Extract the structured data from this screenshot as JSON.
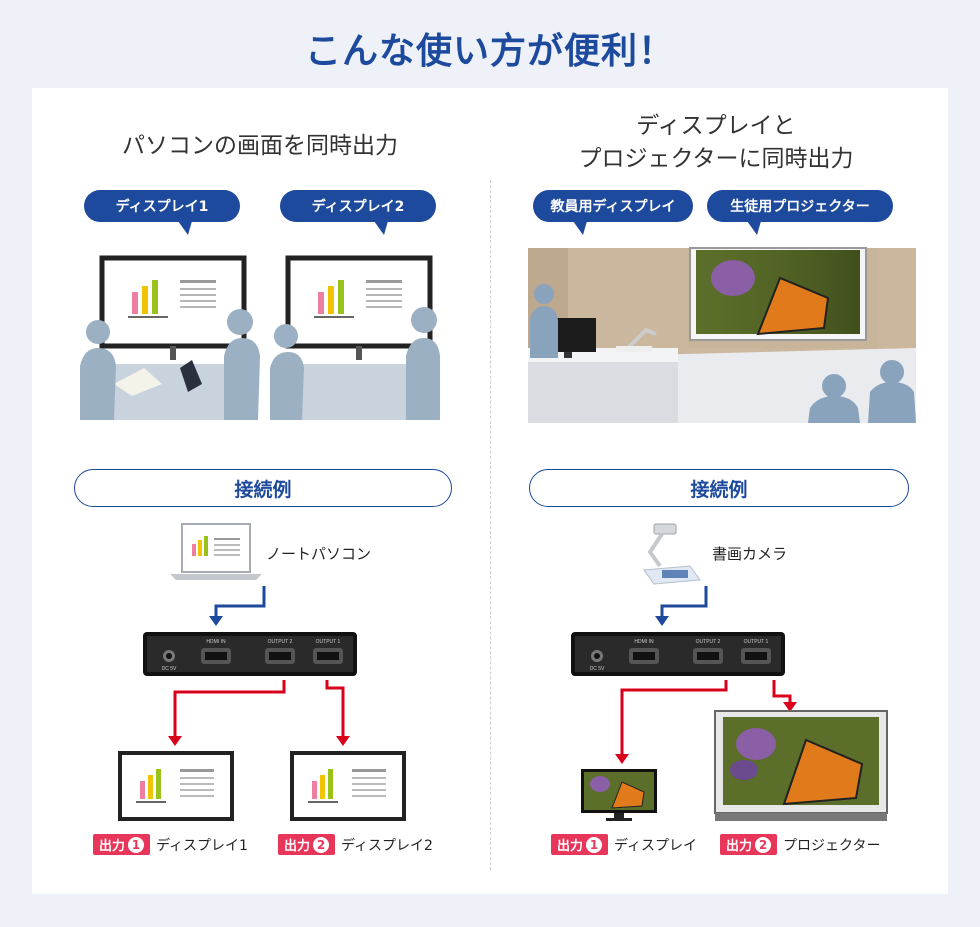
{
  "headline": "こんな使い方が便利！",
  "left": {
    "title": "パソコンの画面を同時出力",
    "bubbles": [
      "ディスプレイ1",
      "ディスプレイ2"
    ],
    "connection_label": "接続例",
    "source_label": "ノートパソコン",
    "outputs": [
      {
        "badge": "出力",
        "num": "1",
        "name": "ディスプレイ1"
      },
      {
        "badge": "出力",
        "num": "2",
        "name": "ディスプレイ2"
      }
    ]
  },
  "right": {
    "title_line1": "ディスプレイと",
    "title_line2": "プロジェクターに同時出力",
    "bubbles": [
      "教員用ディスプレイ",
      "生徒用プロジェクター"
    ],
    "connection_label": "接続例",
    "source_label": "書画カメラ",
    "outputs": [
      {
        "badge": "出力",
        "num": "1",
        "name": "ディスプレイ"
      },
      {
        "badge": "出力",
        "num": "2",
        "name": "プロジェクター"
      }
    ]
  },
  "device": {
    "port_labels": [
      "HDMI IN",
      "OUTPUT 2",
      "OUTPUT 1"
    ],
    "power_label": "DC 5V"
  },
  "colors": {
    "brand_blue": "#1d4a9c",
    "arrow_red": "#d9001b",
    "badge_pink": "#e8365b"
  },
  "icons": [
    "laptop-icon",
    "document-camera-icon",
    "hdmi-splitter-icon",
    "monitor-icon",
    "projector-screen-icon"
  ]
}
